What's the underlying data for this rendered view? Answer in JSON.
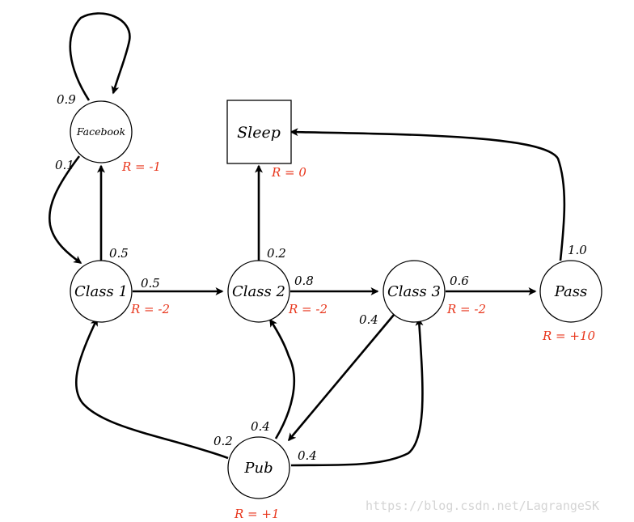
{
  "colors": {
    "reward": "#e8361c",
    "stroke": "#000000",
    "watermark": "#d4d4d4"
  },
  "nodes": {
    "facebook": {
      "label": "Facebook",
      "reward": "R = -1"
    },
    "sleep": {
      "label": "Sleep",
      "reward": "R = 0"
    },
    "class1": {
      "label": "Class 1",
      "reward": "R = -2"
    },
    "class2": {
      "label": "Class 2",
      "reward": "R = -2"
    },
    "class3": {
      "label": "Class 3",
      "reward": "R = -2"
    },
    "pass": {
      "label": "Pass",
      "reward": "R = +10"
    },
    "pub": {
      "label": "Pub",
      "reward": "R = +1"
    }
  },
  "edges": {
    "facebook_facebook": "0.9",
    "facebook_class1": "0.1",
    "class1_facebook": "0.5",
    "class1_class2": "0.5",
    "class2_sleep": "0.2",
    "class2_class3": "0.8",
    "class3_pass": "0.6",
    "class3_pub": "0.4",
    "pass_sleep": "1.0",
    "pub_class1": "0.2",
    "pub_class2": "0.4",
    "pub_class3": "0.4"
  },
  "watermark": "https://blog.csdn.net/LagrangeSK"
}
